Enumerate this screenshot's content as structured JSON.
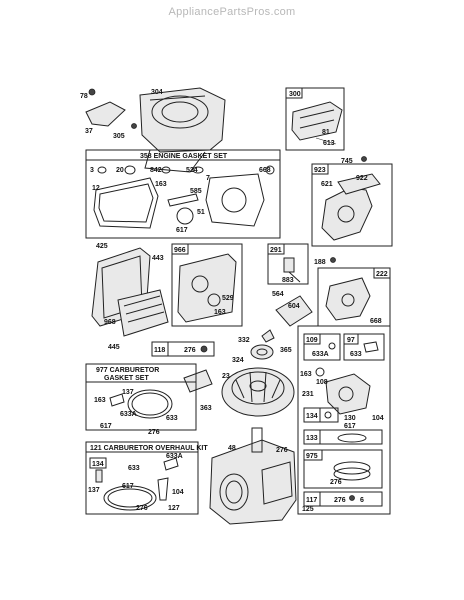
{
  "watermark": "AppliancePartsPros.com",
  "sections": {
    "engine_gasket_set": "358 ENGINE GASKET SET",
    "carb_gasket_set_1": "977 CARBURETOR",
    "carb_gasket_set_2": "GASKET SET",
    "carb_overhaul_kit": "121 CARBURETOR OVERHAUL KIT"
  },
  "boxes": {
    "b300": "300",
    "b923": "923",
    "b966": "966",
    "b291": "291",
    "b222": "222",
    "b118": "118",
    "b109": "109",
    "b97": "97",
    "b134a": "134",
    "b133": "133",
    "b975": "975",
    "b117": "117",
    "b134b": "134"
  },
  "labels": {
    "l78": "78",
    "l304": "304",
    "l37": "37",
    "l305": "305",
    "l81": "81",
    "l613": "613",
    "l745": "745",
    "l3": "3",
    "l20": "20",
    "l842": "842",
    "l524": "524",
    "l668a": "668",
    "l12": "12",
    "l163a": "163",
    "l7": "7",
    "l585": "585",
    "l51": "51",
    "l617a": "617",
    "l621": "621",
    "l922": "922",
    "l425": "425",
    "l443": "443",
    "l968": "968",
    "l445": "445",
    "l529": "529",
    "l163b": "163",
    "l883": "883",
    "l188": "188",
    "l564": "564",
    "l604": "604",
    "l668b": "668",
    "l276a": "276",
    "l332": "332",
    "l324": "324",
    "l365": "365",
    "l23": "23",
    "l363": "363",
    "l163c": "163",
    "l108": "108",
    "l231": "231",
    "l633a": "633A",
    "l633": "633",
    "l130": "130",
    "l104a": "104",
    "l617b": "617",
    "l163d": "163",
    "l137a": "137",
    "l633ab": "633A",
    "l633b": "633",
    "l617c": "617",
    "l276b": "276",
    "l48": "48",
    "l276c": "276",
    "l633ac": "633A",
    "l633c": "633",
    "l137b": "137",
    "l617d": "617",
    "l104b": "104",
    "l276d": "276",
    "l127": "127",
    "l276e": "276",
    "l276f": "276",
    "l6": "6",
    "l125": "125"
  }
}
